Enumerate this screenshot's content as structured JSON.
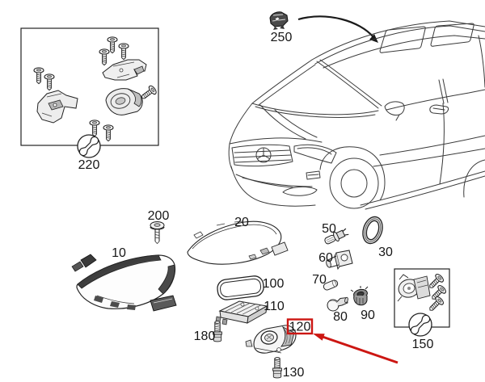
{
  "colors": {
    "highlight": "#cc1612",
    "line": "#2b2b2b",
    "background": "#ffffff"
  },
  "parts": {
    "10": "10",
    "20": "20",
    "30": "30",
    "50": "50",
    "60": "60",
    "70": "70",
    "80": "80",
    "90": "90",
    "100": "100",
    "110": "110",
    "120": "120",
    "130": "130",
    "150": "150",
    "180": "180",
    "200": "200",
    "220": "220",
    "250": "250"
  },
  "highlight": {
    "highlighted_part": "120"
  }
}
